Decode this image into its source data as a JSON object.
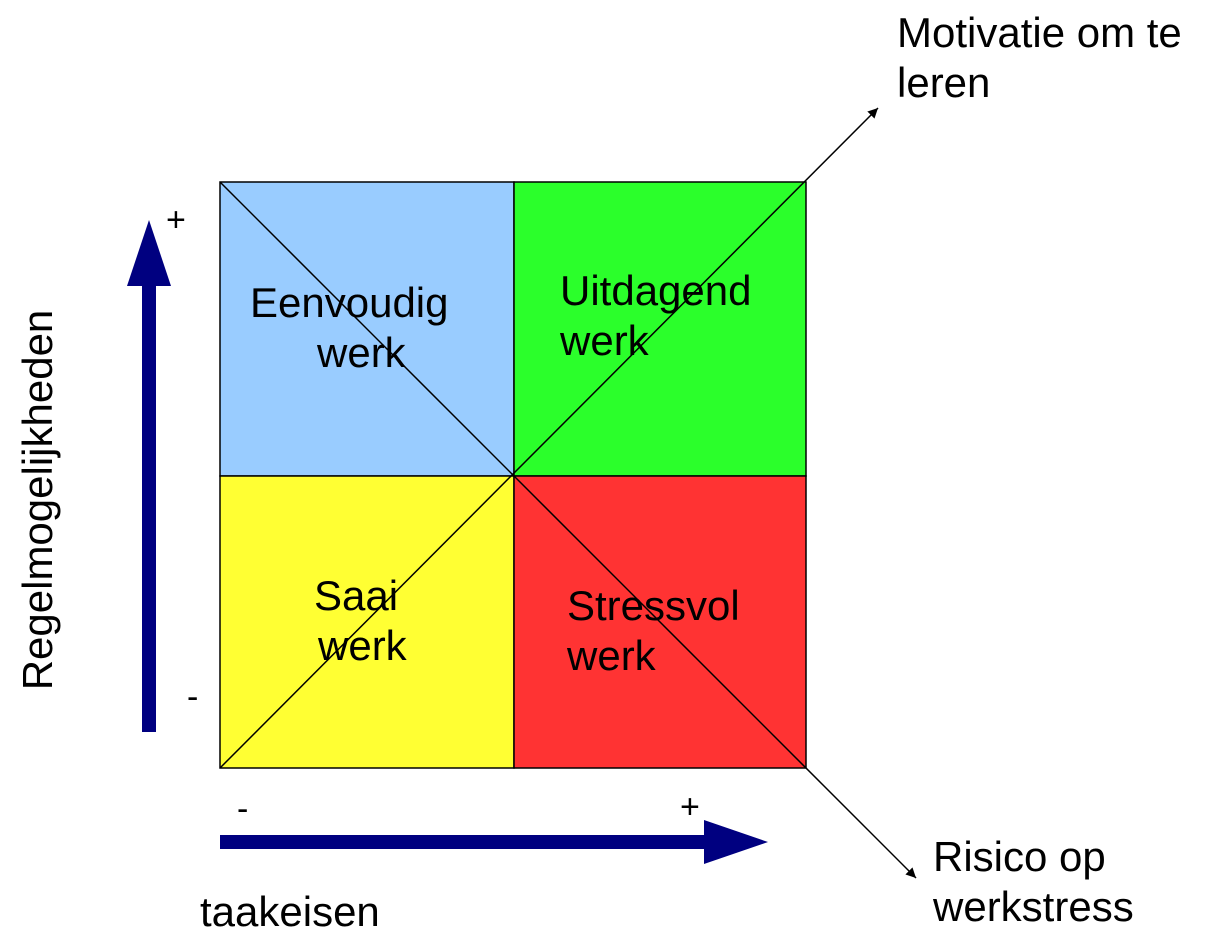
{
  "quadrants": {
    "top_left": {
      "line1": "Eenvoudig",
      "line2": "werk",
      "color": "#99ccff"
    },
    "top_right": {
      "line1": "Uitdagend",
      "line2": "werk",
      "color": "#2bff2b"
    },
    "bottom_left": {
      "line1": "Saai",
      "line2": "werk",
      "color": "#ffff33"
    },
    "bottom_right": {
      "line1": "Stressvol",
      "line2": "werk",
      "color": "#ff3333"
    }
  },
  "axes": {
    "vertical": {
      "label": "Regelmogelijkheden",
      "plus": "+",
      "minus": "-",
      "color": "#000080"
    },
    "horizontal": {
      "label": "taakeisen",
      "plus": "+",
      "minus": "-",
      "color": "#000080"
    }
  },
  "diagonals": {
    "up_right": {
      "line1": "Motivatie om te",
      "line2": "leren"
    },
    "down_right": {
      "line1": "Risico op",
      "line2": "werkstress"
    }
  }
}
